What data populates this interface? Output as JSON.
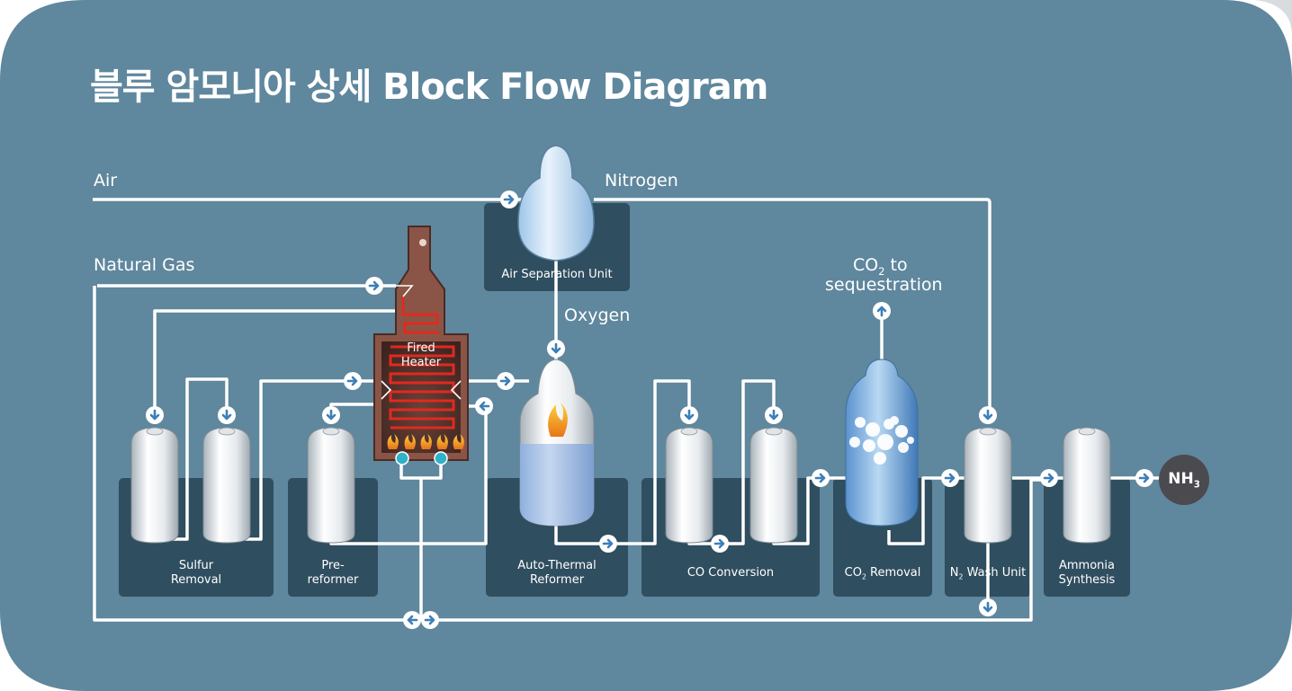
{
  "title": "블루 암모니아 상세  Block Flow Diagram",
  "streams": {
    "air": "Air",
    "nitrogen": "Nitrogen",
    "natural_gas": "Natural Gas",
    "oxygen": "Oxygen",
    "co2_main": "CO",
    "co2_sub": "2",
    "co2_tail": " to",
    "sequestration": "sequestration"
  },
  "units": {
    "air_separation": "Air Separation Unit",
    "fired_heater_1": "Fired",
    "fired_heater_2": "Heater",
    "sulfur_1": "Sulfur",
    "sulfur_2": "Removal",
    "prereformer_1": "Pre-",
    "prereformer_2": "reformer",
    "atr_1": "Auto-Thermal",
    "atr_2": "Reformer",
    "co_conversion": "CO Conversion",
    "co2_removal_main": "CO",
    "co2_removal_sub": "2",
    "co2_removal_tail": " Removal",
    "n2_wash_main": "N",
    "n2_wash_sub": "2",
    "n2_wash_tail": " Wash Unit",
    "ammonia_1": "Ammonia",
    "ammonia_2": "Synthesis"
  },
  "product": {
    "main": "NH",
    "sub": "3"
  },
  "colors": {
    "background": "#5f879d",
    "unit_box": "#2f4e5f",
    "pipe": "#ffffff",
    "arrow": "#3d7fb8",
    "heater_shell": "#8a5546",
    "heater_coil": "#e02a1f",
    "product_circle": "#4a4a4f"
  }
}
